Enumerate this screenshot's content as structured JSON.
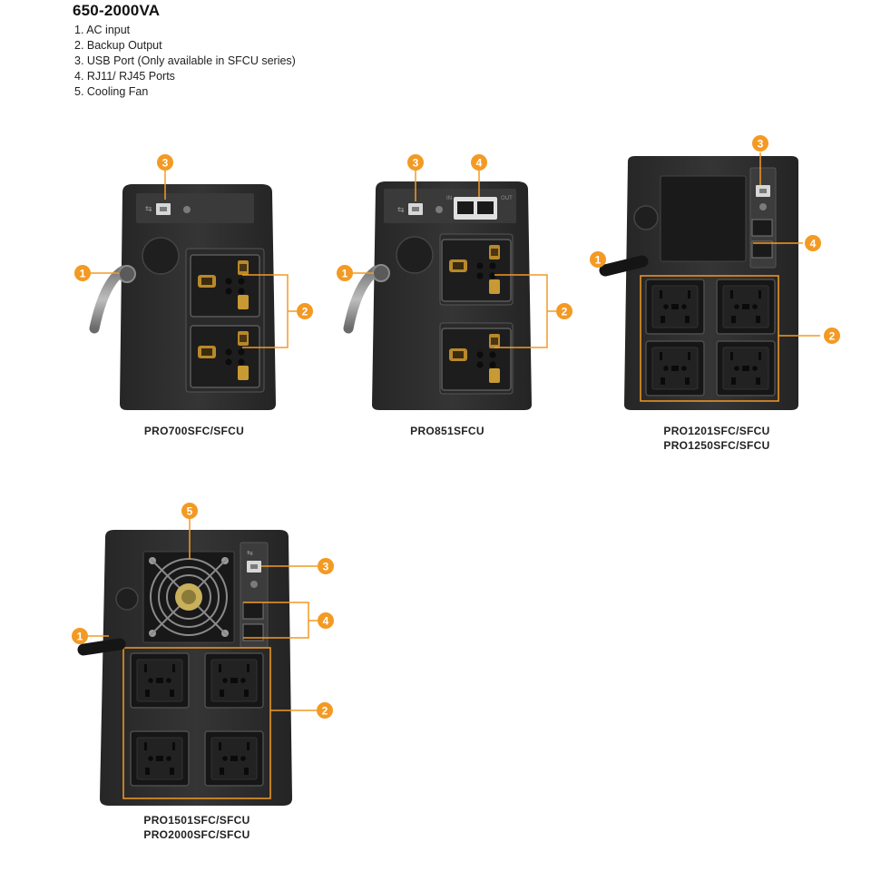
{
  "header": {
    "title": "650-2000VA",
    "items": [
      "1.  AC input",
      "2. Backup Output",
      "3. USB Port (Only available in SFCU series)",
      "4. RJ11/ RJ45 Ports",
      "5. Cooling Fan"
    ]
  },
  "colors": {
    "accent": "#F39A24",
    "body": "#2b2b2b",
    "panel": "#3c3c3c"
  },
  "models": [
    {
      "caption": [
        "PRO700SFC/SFCU"
      ],
      "callouts": [
        "1",
        "2",
        "3"
      ]
    },
    {
      "caption": [
        "PRO851SFCU"
      ],
      "callouts": [
        "1",
        "2",
        "3",
        "4"
      ]
    },
    {
      "caption": [
        "PRO1201SFC/SFCU",
        "PRO1250SFC/SFCU"
      ],
      "callouts": [
        "1",
        "2",
        "3",
        "4"
      ]
    },
    {
      "caption": [
        "PRO1501SFC/SFCU",
        "PRO2000SFC/SFCU"
      ],
      "callouts": [
        "1",
        "2",
        "3",
        "4",
        "5"
      ]
    }
  ]
}
